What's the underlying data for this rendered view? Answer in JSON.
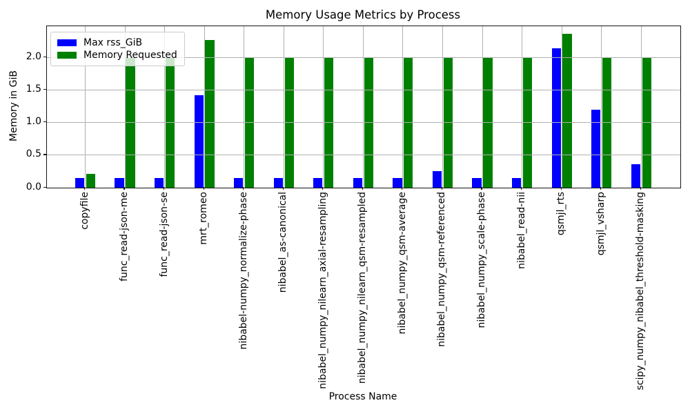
{
  "chart_data": {
    "type": "bar",
    "title": "Memory Usage Metrics by Process",
    "xlabel": "Process Name",
    "ylabel": "Memory in GiB",
    "categories": [
      "copyfile",
      "func_read-json-me",
      "func_read-json-se",
      "mrt_romeo",
      "nibabel-numpy_normalize-phase",
      "nibabel_as-canonical",
      "nibabel_numpy_nilearn_axial-resampling",
      "nibabel_numpy_nilearn_qsm-resampled",
      "nibabel_numpy_qsm-average",
      "nibabel_numpy_qsm-referenced",
      "nibabel_numpy_scale-phase",
      "nibabel_read-nii",
      "qsmjl_rts",
      "qsmjl_vsharp",
      "scipy_numpy_nibabel_threshold-masking"
    ],
    "series": [
      {
        "name": "Max rss_GiB",
        "color": "#0000ff",
        "values": [
          0.15,
          0.15,
          0.15,
          1.42,
          0.15,
          0.15,
          0.15,
          0.15,
          0.15,
          0.25,
          0.15,
          0.15,
          2.14,
          1.2,
          0.36
        ]
      },
      {
        "name": "Memory Requested",
        "color": "#008000",
        "values": [
          0.21,
          2.0,
          2.0,
          2.27,
          2.0,
          2.0,
          2.0,
          2.0,
          2.0,
          2.0,
          2.0,
          2.0,
          2.36,
          2.0,
          2.0
        ]
      }
    ],
    "ylim": [
      0,
      2.48
    ],
    "yticks": [
      0.0,
      0.5,
      1.0,
      1.5,
      2.0
    ],
    "grid": true,
    "grid_color": "#b0b0b0",
    "spine_color": "#141414",
    "legend_position": "upper left",
    "x_tick_rotation_deg": 90
  }
}
